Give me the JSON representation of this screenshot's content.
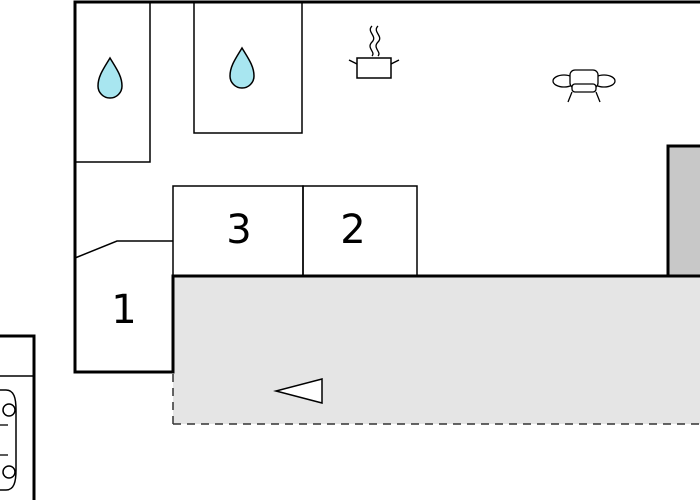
{
  "rooms": {
    "room_1": {
      "number": "1"
    },
    "room_2": {
      "number": "2"
    },
    "room_3": {
      "number": "3"
    }
  },
  "icons": {
    "water_1": "water-drop-icon",
    "water_2": "water-drop-icon",
    "kitchen": "cooking-pot-icon",
    "living": "sofa-icon",
    "car": "car-icon",
    "entrance": "entrance-arrow-icon"
  },
  "colors": {
    "wall": "#000000",
    "terrace_fill": "#e5e5e5",
    "neighbor_fill": "#c8c8c8",
    "water": "#a8e6f0",
    "background": "#ffffff"
  }
}
